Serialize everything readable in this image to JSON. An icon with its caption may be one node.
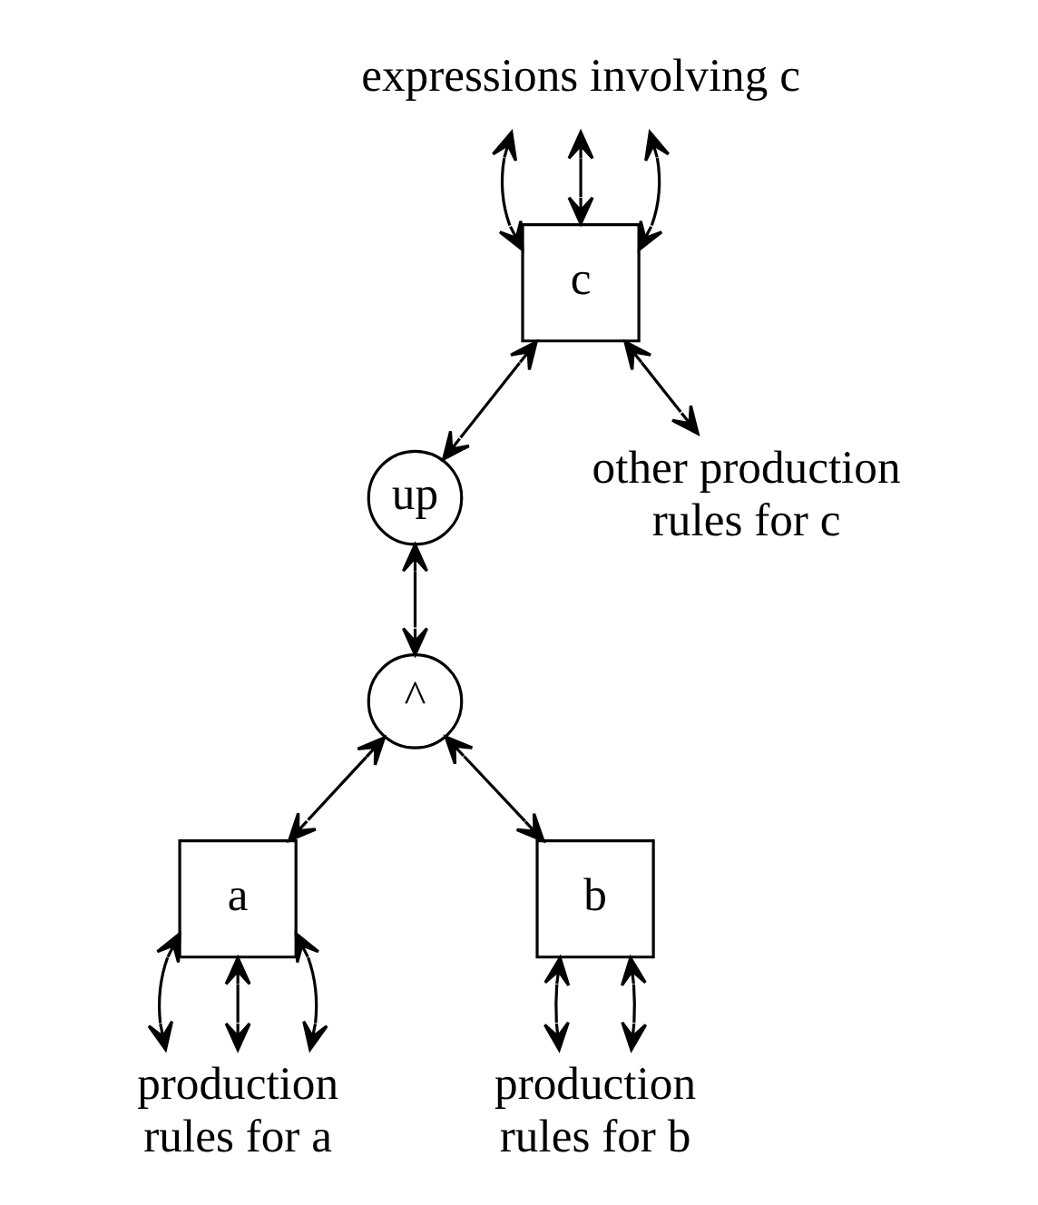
{
  "diagram": {
    "nodes": [
      {
        "text": [
          "expressions involving c"
        ]
      },
      {
        "text": [
          "c"
        ]
      },
      {
        "text": [
          "up"
        ]
      },
      {
        "text": [
          "other production rules for c"
        ]
      },
      {
        "text": [
          "^"
        ]
      },
      {
        "text": [
          "a"
        ]
      },
      {
        "text": [
          "b"
        ]
      },
      {
        "text": [
          "production rules for a"
        ]
      },
      {
        "text": [
          "production rules for b"
        ]
      }
    ],
    "edges": [
      {
        "from": 0,
        "to": 1,
        "arrow": "both"
      },
      {
        "from": 0,
        "to": 1,
        "arrow": "both"
      },
      {
        "from": 0,
        "to": 1,
        "arrow": "both"
      },
      {
        "from": 1,
        "to": 2,
        "arrow": "both"
      },
      {
        "from": 1,
        "to": 3,
        "arrow": "both"
      },
      {
        "from": 2,
        "to": 4,
        "arrow": "both"
      },
      {
        "from": 4,
        "to": 5,
        "arrow": "both"
      },
      {
        "from": 4,
        "to": 6,
        "arrow": "both"
      },
      {
        "from": 5,
        "to": 7,
        "arrow": "both"
      },
      {
        "from": 5,
        "to": 7,
        "arrow": "both"
      },
      {
        "from": 5,
        "to": 7,
        "arrow": "both"
      },
      {
        "from": 6,
        "to": 8,
        "arrow": "both"
      },
      {
        "from": 6,
        "to": 8,
        "arrow": "both"
      }
    ]
  }
}
